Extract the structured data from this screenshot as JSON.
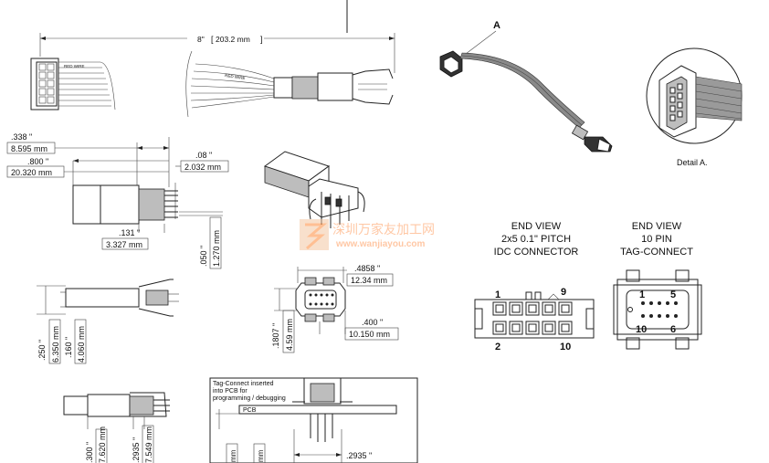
{
  "top_dim": {
    "inches": "8\"",
    "mm": "203.2 mm"
  },
  "ribbon_label": "RED WIRE",
  "side_dims": {
    "d338": ".338 \"",
    "d338mm": "8.595 mm",
    "d800": ".800 \"",
    "d800mm": "20.320 mm",
    "d08": ".08 \"",
    "d08mm": "2.032 mm",
    "d131": ".131 \"",
    "d131mm": "3.327 mm",
    "d050": ".050 \"",
    "d050mm": "1.270 mm"
  },
  "mid_dims": {
    "d250": ".250 \"",
    "d250mm": "6.350 mm",
    "d160": ".160 \"",
    "d160mm": "4.060 mm"
  },
  "front_dims": {
    "d4858": ".4858 \"",
    "d4858mm": "12.34 mm",
    "d1807": ".1807 \"",
    "d1807mm": "4.59 mm",
    "d400": ".400 \"",
    "d400mm": "10.150 mm"
  },
  "bottom_dims": {
    "d300": ".300 \"",
    "d300mm": "7.620 mm",
    "d2935a": ".2935 \"",
    "d2935amm": "7.549 mm",
    "d2935b": ".2935 \"",
    "mm_a": "mm",
    "mm_b": "mm"
  },
  "pcb_box": {
    "line1": "Tag-Connect inserted",
    "line2": "into PCB for",
    "line3": "programming / debugging",
    "pcb": "PCB"
  },
  "callout_a": "A",
  "detail_label": "Detail A.",
  "watermark": {
    "cn": "深圳万家友加工网",
    "url": "www.wanjiayou.com"
  },
  "idc": {
    "title1": "END VIEW",
    "title2": "2x5 0.1\" PITCH",
    "title3": "IDC CONNECTOR",
    "pin1": "1",
    "pin9": "9",
    "pin2": "2",
    "pin10": "10"
  },
  "tag": {
    "title1": "END VIEW",
    "title2": "10 PIN",
    "title3": "TAG-CONNECT",
    "pin1": "1",
    "pin5": "5",
    "pin10": "10",
    "pin6": "6"
  }
}
